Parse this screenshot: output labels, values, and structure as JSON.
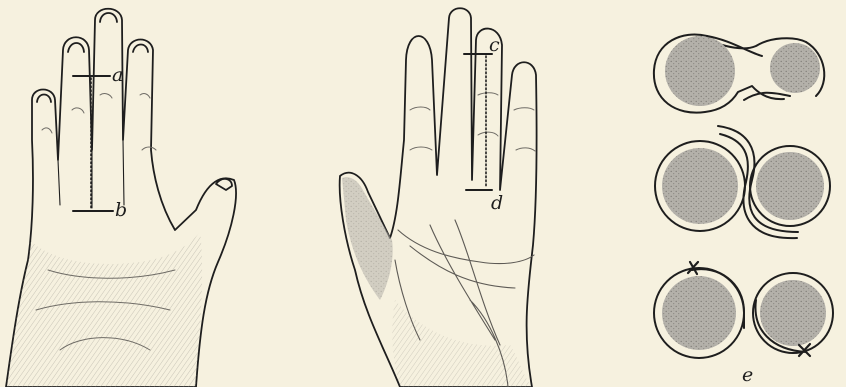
{
  "labels": {
    "a": "a",
    "b": "b",
    "c": "c",
    "d": "d",
    "e": "e"
  },
  "colors": {
    "paper": "#f6f1df",
    "ink": "#1e1e1e",
    "shading": "#a9a7a1"
  }
}
